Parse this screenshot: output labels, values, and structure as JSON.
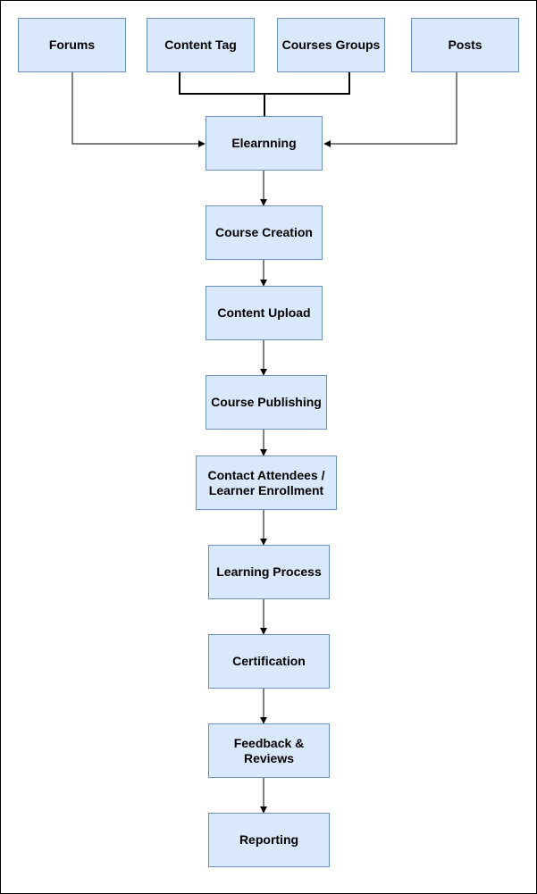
{
  "colors": {
    "node_fill": "#dae8fc",
    "node_stroke": "#6c8ebf",
    "edge": "#000000"
  },
  "sources": {
    "forums": "Forums",
    "content_tag": "Content Tag",
    "courses_groups": "Courses Groups",
    "posts": "Posts"
  },
  "flow": {
    "elearning": "Elearnning",
    "course_creation": "Course Creation",
    "content_upload": "Content Upload",
    "course_publishing": "Course Publishing",
    "contact_attendees": "Contact Attendees  /\nLearner Enrollment",
    "learning_process": "Learning Process",
    "certification": "Certification",
    "feedback_reviews": "Feedback &\nReviews",
    "reporting": "Reporting"
  }
}
